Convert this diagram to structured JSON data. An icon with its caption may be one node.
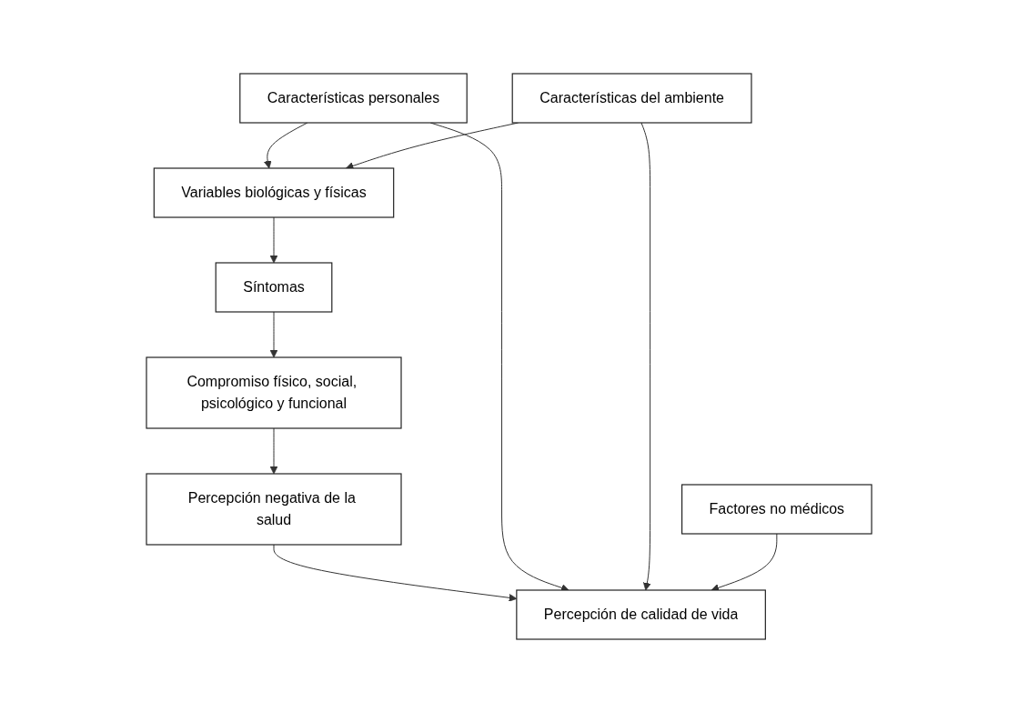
{
  "diagram": {
    "nodes": [
      {
        "text": [
          "Variables biológicas y físicas"
        ]
      },
      {
        "text": [
          "Síntomas"
        ]
      },
      {
        "text": [
          "Características personales"
        ]
      },
      {
        "text": [
          "Compromiso físico, social, psicológico y funcional"
        ]
      },
      {
        "text": [
          "Características del ambiente"
        ]
      },
      {
        "text": [
          "Percepción negativa de la salud"
        ]
      },
      {
        "text": [
          "Factores no médicos"
        ]
      },
      {
        "text": [
          "Percepción de calidad de vida"
        ]
      }
    ],
    "edges": [
      {
        "from": 0,
        "to": 1,
        "arrow": "to"
      },
      {
        "from": 1,
        "to": 3,
        "arrow": "to"
      },
      {
        "from": 3,
        "to": 5,
        "arrow": "to"
      },
      {
        "from": 5,
        "to": 7,
        "arrow": "to"
      },
      {
        "from": 2,
        "to": 0,
        "arrow": "to"
      },
      {
        "from": 4,
        "to": 0,
        "arrow": "to"
      },
      {
        "from": 2,
        "to": 7,
        "arrow": "to"
      },
      {
        "from": 4,
        "to": 7,
        "arrow": "to"
      },
      {
        "from": 6,
        "to": 7,
        "arrow": "to"
      }
    ]
  }
}
